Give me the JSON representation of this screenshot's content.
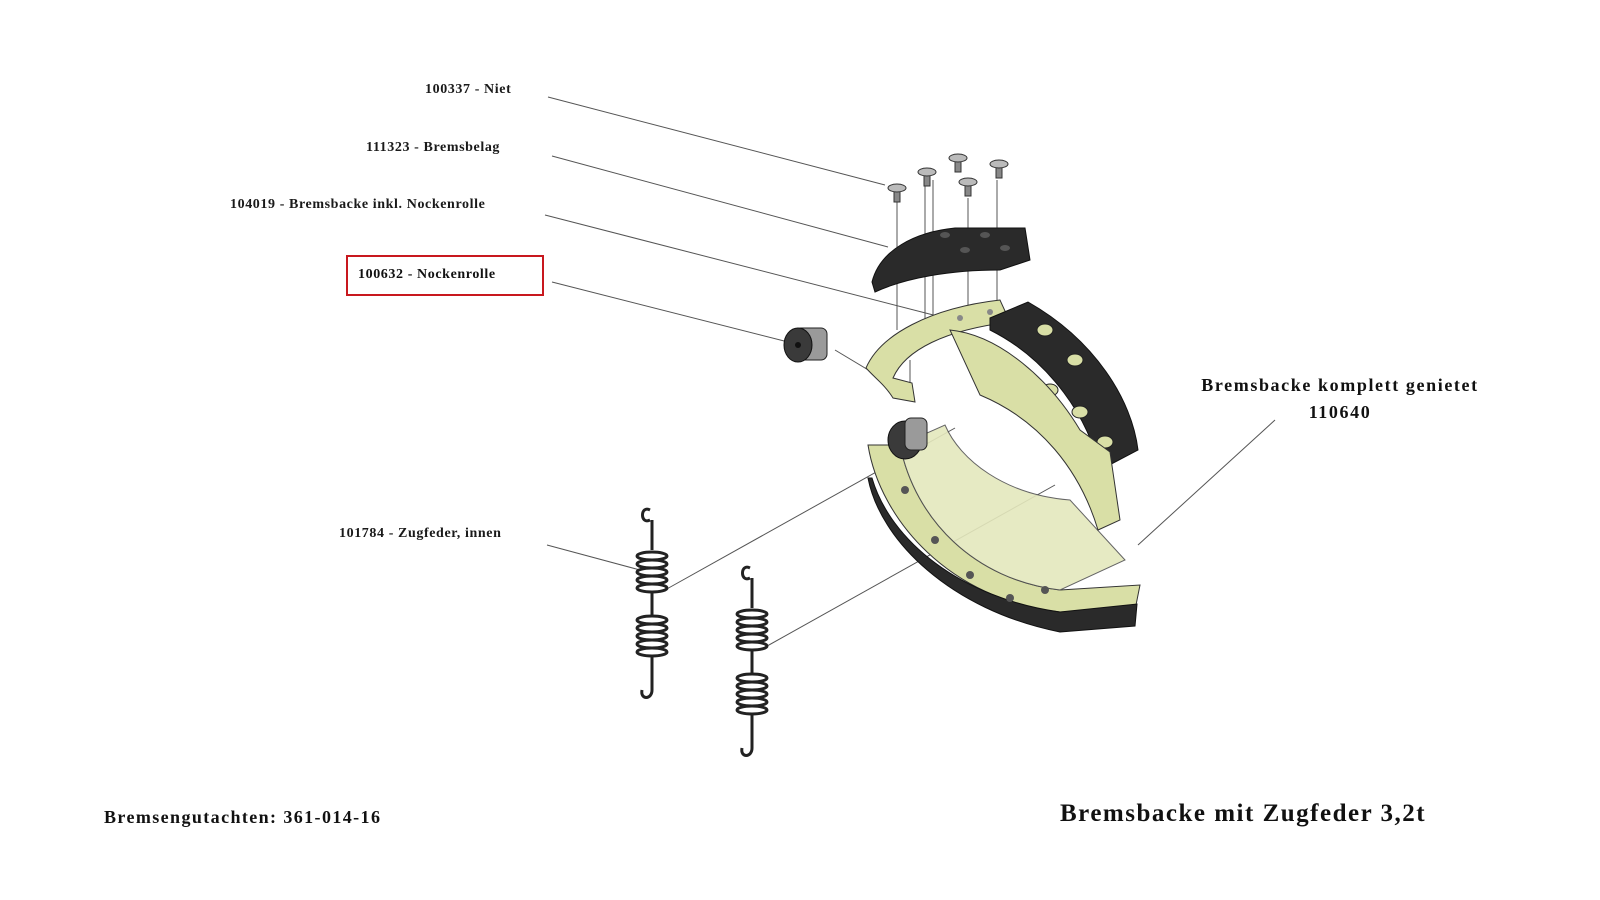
{
  "colors": {
    "frame_highlight": "#c8181e",
    "shoe_body": "#d9dfa6",
    "lining": "#2a2a2a"
  },
  "callouts": {
    "niet": "100337 - Niet",
    "bremsbelag": "111323 - Bremsbelag",
    "bremsbacke": "104019 - Bremsbacke inkl. Nockenrolle",
    "nockenrolle": "100632 - Nockenrolle",
    "zugfeder": "101784 - Zugfeder, innen"
  },
  "assembly": {
    "name": "Bremsbacke komplett genietet",
    "number": "110640"
  },
  "footer": {
    "report": "Bremsengutachten: 361-014-16",
    "title": "Bremsbacke mit Zugfeder 3,2t"
  }
}
